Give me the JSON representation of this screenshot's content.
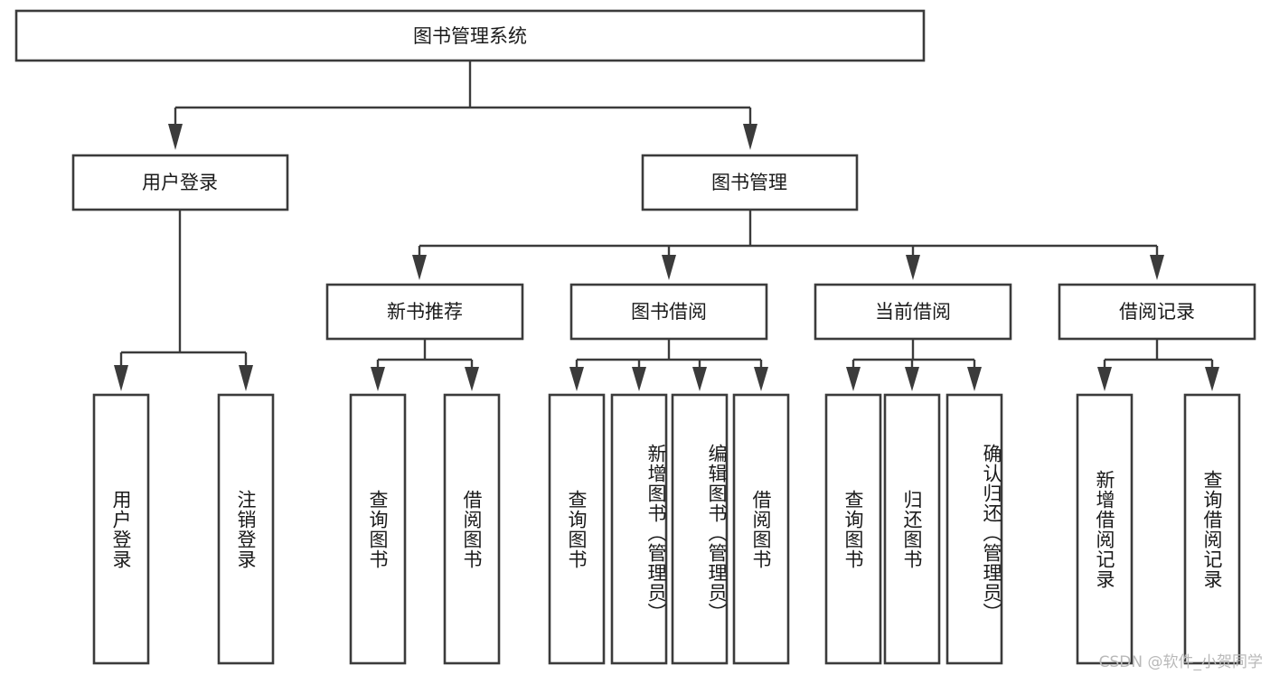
{
  "diagram": {
    "title": "图书管理系统",
    "type": "tree-hierarchy",
    "watermark": "CSDN @软件_小贺同学",
    "colors": {
      "box_stroke": "#3b3b3b",
      "box_fill": "#ffffff",
      "connector": "#3b3b3b",
      "text": "#1a1a1a",
      "background": "#ffffff",
      "watermark": "#b9b9b9"
    },
    "root": {
      "label": "图书管理系统"
    },
    "level2": [
      {
        "label": "用户登录"
      },
      {
        "label": "图书管理"
      }
    ],
    "level3": [
      {
        "label": "新书推荐"
      },
      {
        "label": "图书借阅"
      },
      {
        "label": "当前借阅"
      },
      {
        "label": "借阅记录"
      }
    ],
    "leaves": {
      "user_login": [
        {
          "label": "用户登录"
        },
        {
          "label": "注销登录"
        }
      ],
      "new_book_recommend": [
        {
          "label": "查询图书"
        },
        {
          "label": "借阅图书"
        }
      ],
      "book_borrow": [
        {
          "label": "查询图书"
        },
        {
          "label": "新增图书（管理员）"
        },
        {
          "label": "编辑图书（管理员）"
        },
        {
          "label": "借阅图书"
        }
      ],
      "current_borrow": [
        {
          "label": "查询图书"
        },
        {
          "label": "归还图书"
        },
        {
          "label": "确认归还（管理员）"
        }
      ],
      "borrow_record": [
        {
          "label": "新增借阅记录"
        },
        {
          "label": "查询借阅记录"
        }
      ]
    }
  }
}
